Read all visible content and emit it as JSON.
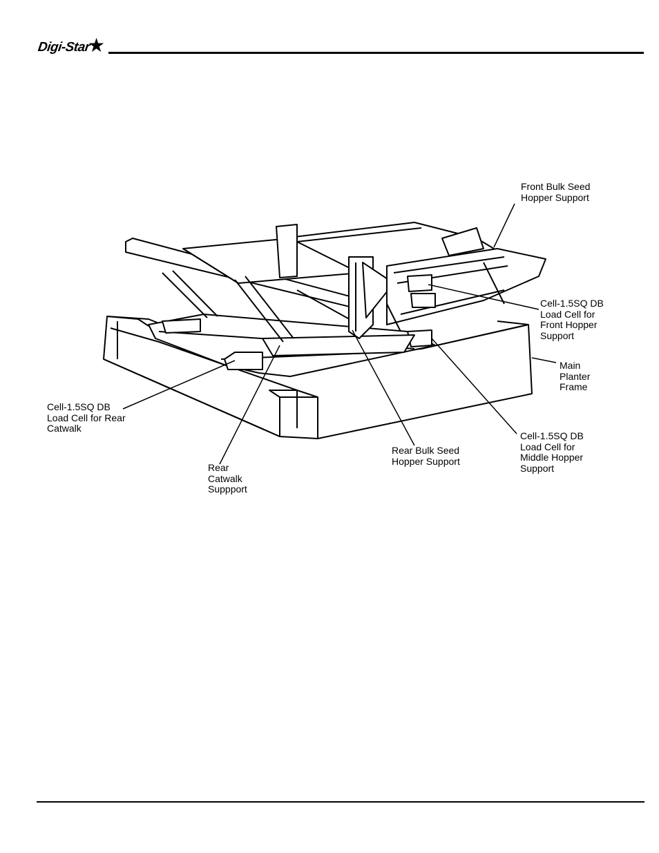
{
  "header": {
    "logo_text": "Digi-Star",
    "logo_star": "★"
  },
  "figure": {
    "labels": {
      "front_bulk": "Front Bulk Seed\nHopper Support",
      "cell_front": "Cell-1.5SQ DB\nLoad Cell for\nFront Hopper\nSupport",
      "main_frame": "Main\nPlanter\nFrame",
      "cell_rear": "Cell-1.5SQ DB\nLoad Cell for Rear\nCatwalk",
      "rear_catwalk": "Rear\nCatwalk\nSuppport",
      "rear_bulk": "Rear Bulk Seed\nHopper Support",
      "cell_middle": "Cell-1.5SQ DB\nLoad Cell for\nMiddle Hopper\nSupport"
    }
  }
}
